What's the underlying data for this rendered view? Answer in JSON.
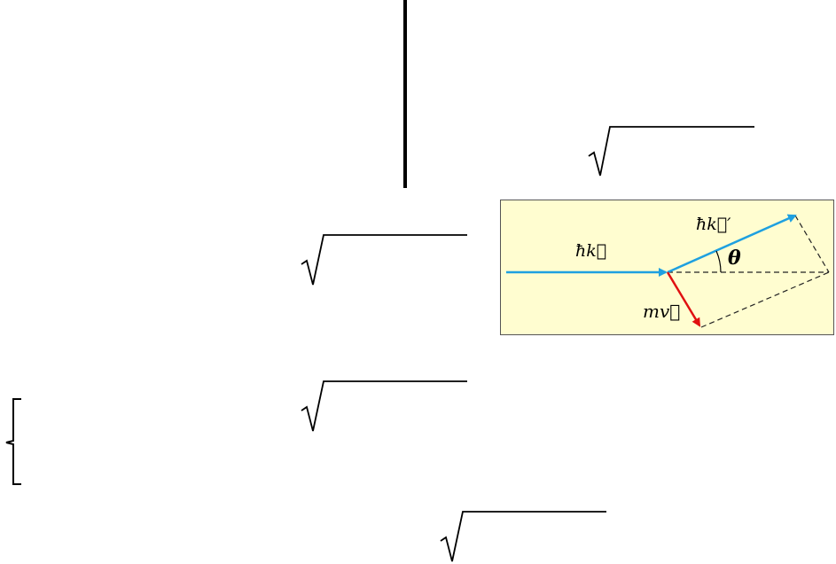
{
  "colors": {
    "background": "#ffffff",
    "inset_background": "#fffdd0",
    "incident_vector": "#1ea0e0",
    "scattered_vector": "#1ea0e0",
    "recoil_vector": "#e01010",
    "dashed_lines": "#222222"
  },
  "diagram": {
    "labels": {
      "incident_momentum": "ħk⃗",
      "scattered_momentum": "ħk⃗′",
      "angle": "θ",
      "recoil_momentum": "mv⃗"
    }
  }
}
